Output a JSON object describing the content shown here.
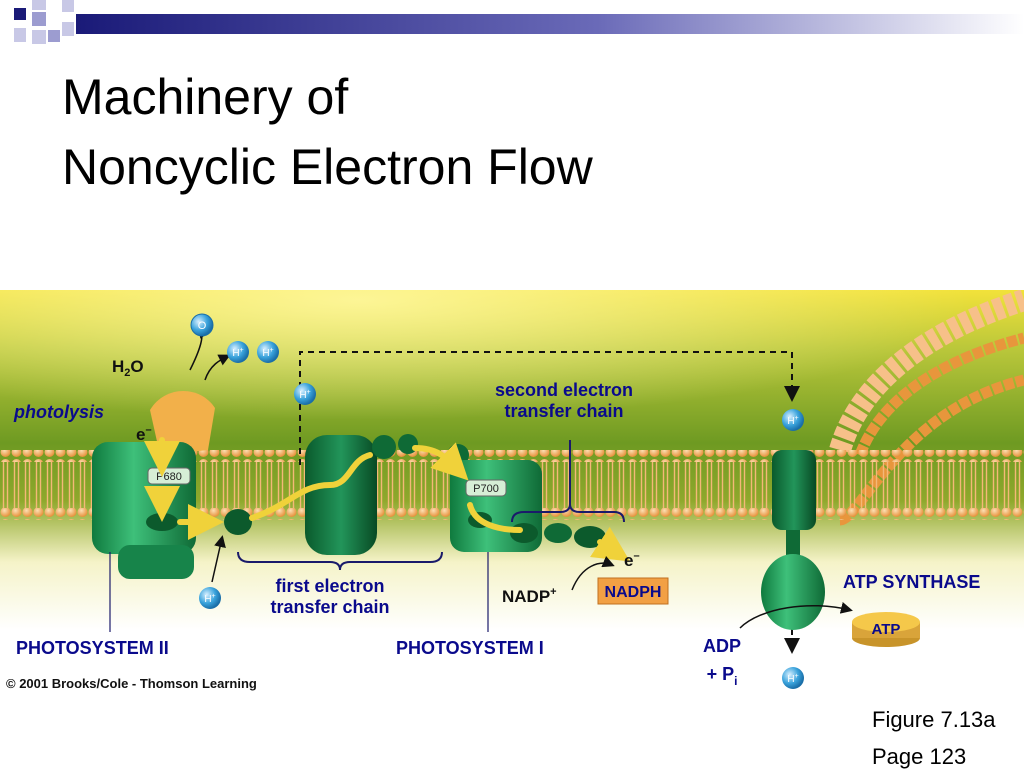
{
  "slide": {
    "title_line1": "Machinery of",
    "title_line2": "Noncyclic Electron Flow",
    "figure_ref": "Figure 7.13a",
    "page_ref": "Page 123"
  },
  "diagram": {
    "o_label": "O",
    "h_plus": "H",
    "plus": "+",
    "water": {
      "h": "H",
      "sub": "2",
      "o": "O"
    },
    "photolysis": "photolysis",
    "electron": "e",
    "minus": "–",
    "p680": "P680",
    "p700": "P700",
    "second_chain_line1": "second electron",
    "second_chain_line2": "transfer chain",
    "first_chain_line1": "first electron",
    "first_chain_line2": "transfer chain",
    "nadp": "NADP",
    "nadph": "NADPH",
    "photosystem_ii": "PHOTOSYSTEM II",
    "photosystem_i": "PHOTOSYSTEM I",
    "atp_synthase": "ATP SYNTHASE",
    "atp": "ATP",
    "adp": "ADP",
    "pi_prefix": "+ P",
    "pi_sub": "i",
    "copyright": "© 2001 Brooks/Cole - Thomson Learning"
  },
  "colors": {
    "deco_navy": "#1a1a78",
    "deco_lavender": "#9c9cd0",
    "background_green": "#6b8e23",
    "membrane_orange": "#e89a3c",
    "protein_green": "#1e9b55",
    "arrow_yellow": "#f0d23a",
    "label_blue": "#0a0a8c",
    "nadph_fill": "#f2a044",
    "atp_fill": "#f5c84a",
    "proton_blue": "#3aa3dc"
  }
}
